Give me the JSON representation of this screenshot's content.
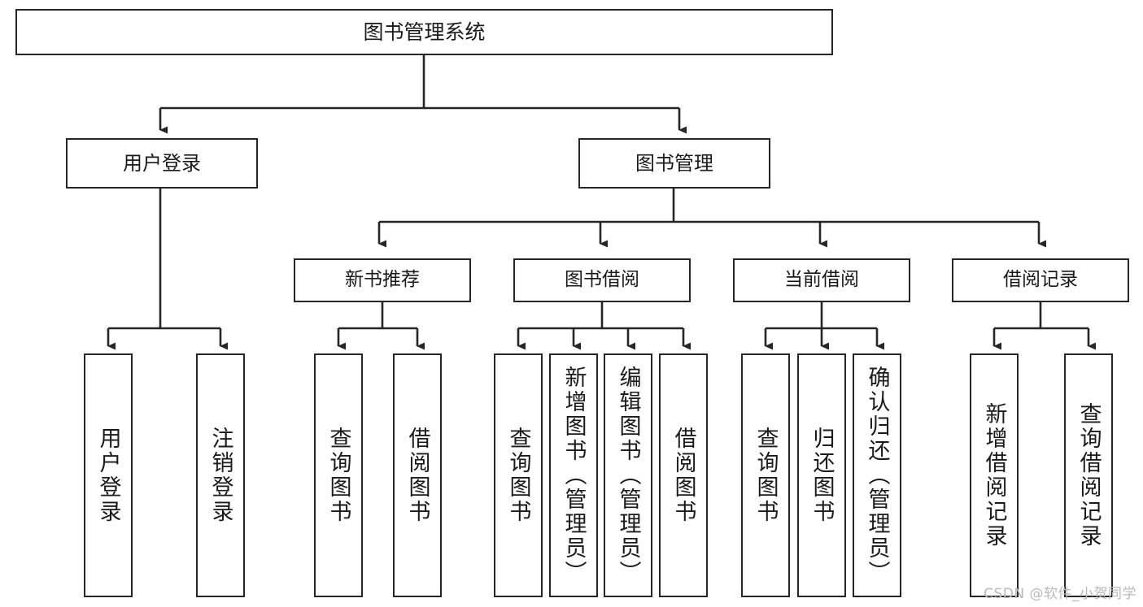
{
  "diagram": {
    "title": "图书管理系统",
    "type": "tree-hierarchy-chart",
    "colors": {
      "box_border": "#262626",
      "box_fill": "#ffffff",
      "connector": "#262626",
      "text": "#1a1a1a",
      "watermark": "#b9b9b9"
    },
    "watermark": "CSDN @软件_小贺同学",
    "nodes": {
      "root": {
        "label": "图书管理系统"
      },
      "level2": [
        {
          "label": "用户登录"
        },
        {
          "label": "图书管理"
        }
      ],
      "level3": [
        {
          "label": "新书推荐"
        },
        {
          "label": "图书借阅"
        },
        {
          "label": "当前借阅"
        },
        {
          "label": "借阅记录"
        }
      ],
      "leaves": {
        "user_login": [
          {
            "label": "用户登录"
          },
          {
            "label": "注销登录"
          }
        ],
        "new_book_recommend": [
          {
            "label": "查询图书"
          },
          {
            "label": "借阅图书"
          }
        ],
        "book_borrow": [
          {
            "label": "查询图书"
          },
          {
            "label": "新增图书（管理员）"
          },
          {
            "label": "编辑图书（管理员）"
          },
          {
            "label": "借阅图书"
          }
        ],
        "current_borrow": [
          {
            "label": "查询图书"
          },
          {
            "label": "归还图书"
          },
          {
            "label": "确认归还（管理员）"
          }
        ],
        "borrow_record": [
          {
            "label": "新增借阅记录"
          },
          {
            "label": "查询借阅记录"
          }
        ]
      }
    }
  }
}
